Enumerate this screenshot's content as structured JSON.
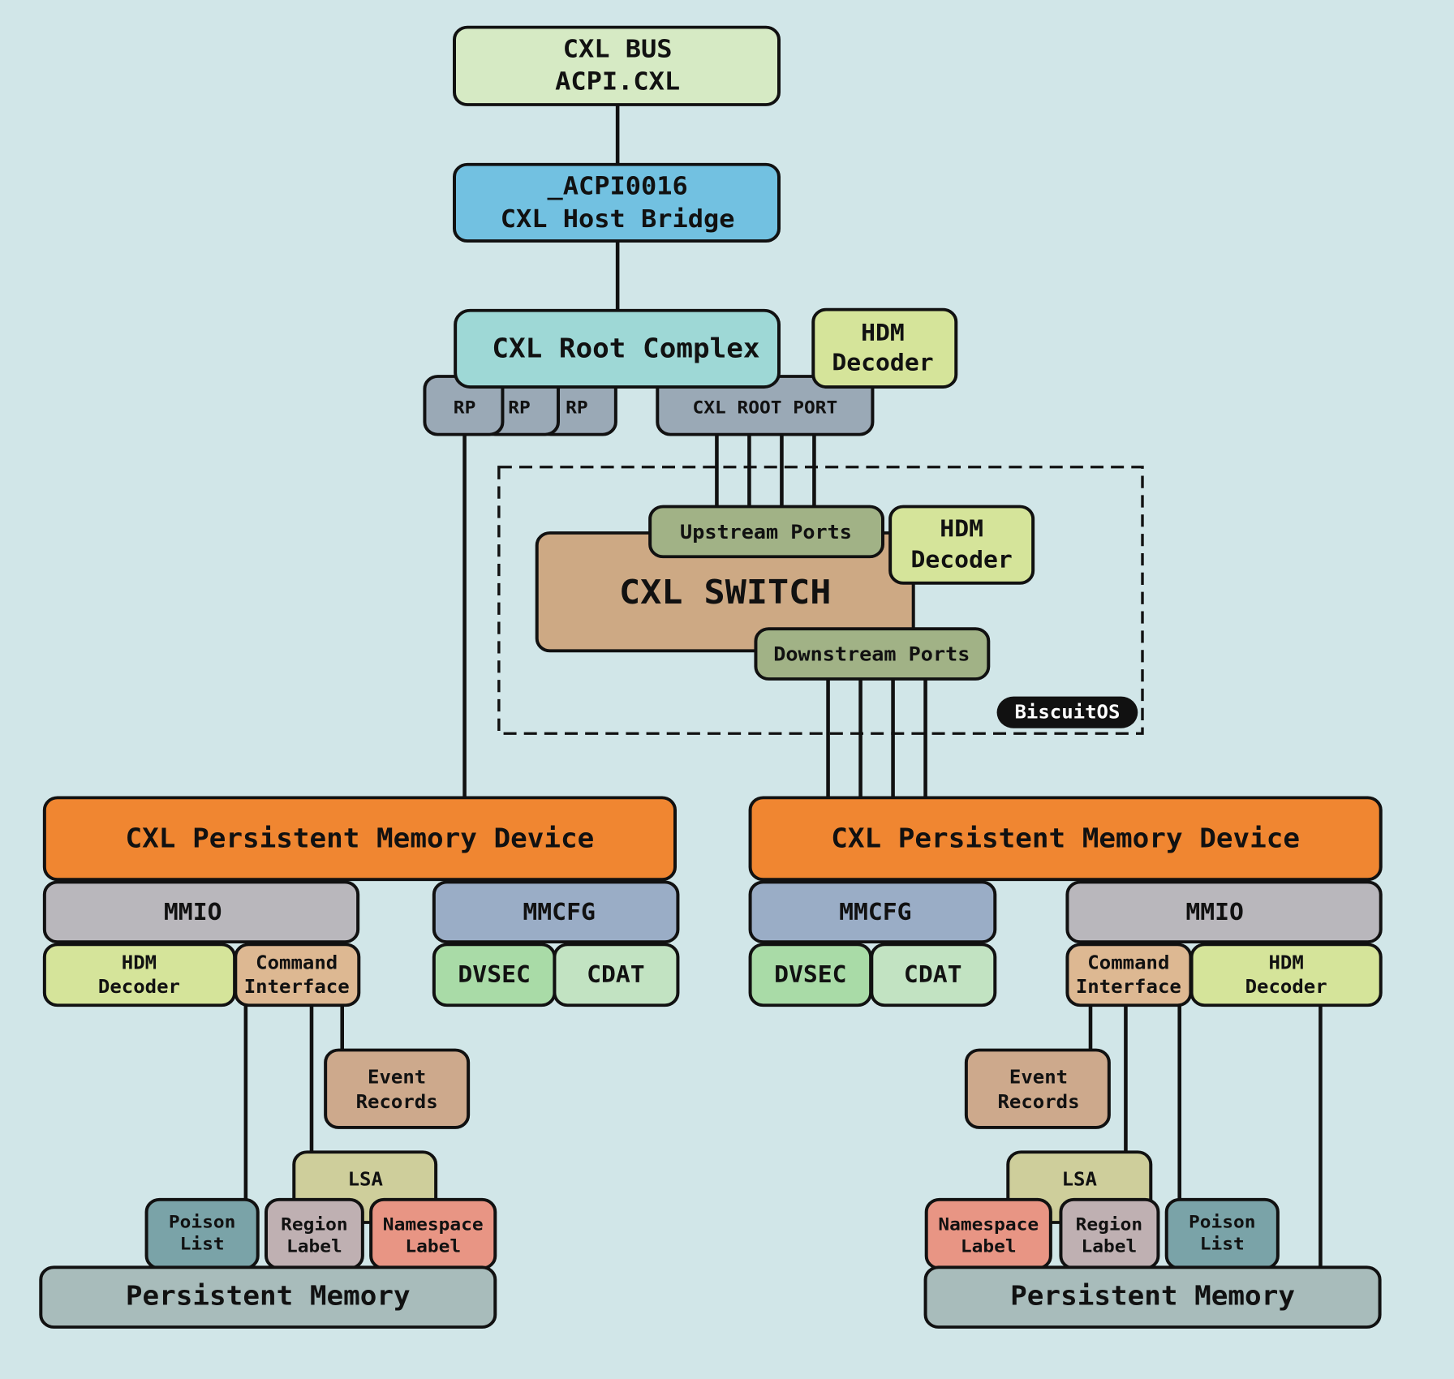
{
  "title": "CXL Persistent Memory Topology",
  "colors": {
    "background": "#d1e6e8",
    "bus": "#d6eac4",
    "host_bridge": "#72c1e1",
    "root_complex": "#9ed8d6",
    "hdm_decoder": "#d5e49a",
    "port_gray": "#9aa9b6",
    "switch": "#cda984",
    "switch_port": "#a1b286",
    "device": "#f08631",
    "mmio": "#b9b7bc",
    "mmcfg": "#9aadc6",
    "dvsec": "#a9dba7",
    "cdat": "#c2e3c2",
    "command_interface": "#ddb892",
    "event_records": "#cda98c",
    "lsa": "#cece9b",
    "poison_list": "#7aa3a8",
    "region_label": "#bfb0b2",
    "namespace_label": "#e89584",
    "persistent_memory": "#a8bcbb",
    "watermark": "#111111"
  },
  "bus": {
    "line1": "CXL BUS",
    "line2": "ACPI.CXL"
  },
  "host_bridge": {
    "line1": "_ACPI0016",
    "line2": "CXL Host Bridge"
  },
  "root_complex": {
    "label": "CXL Root Complex",
    "hdm_line1": "HDM",
    "hdm_line2": "Decoder"
  },
  "root_ports": [
    "RP",
    "RP",
    "RP"
  ],
  "cxl_root_port": "CXL ROOT PORT",
  "switch": {
    "label": "CXL SWITCH",
    "upstream": "Upstream Ports",
    "downstream": "Downstream Ports",
    "hdm_line1": "HDM",
    "hdm_line2": "Decoder"
  },
  "watermark": "BiscuitOS",
  "left_device": {
    "title": "CXL Persistent Memory Device",
    "mmio": "MMIO",
    "mmcfg": "MMCFG",
    "hdm_line1": "HDM",
    "hdm_line2": "Decoder",
    "cmd_line1": "Command",
    "cmd_line2": "Interface",
    "dvsec": "DVSEC",
    "cdat": "CDAT",
    "event_line1": "Event",
    "event_line2": "Records",
    "lsa": "LSA",
    "poison_line1": "Poison",
    "poison_line2": "List",
    "region_line1": "Region",
    "region_line2": "Label",
    "ns_line1": "Namespace",
    "ns_line2": "Label",
    "pmem": "Persistent Memory"
  },
  "right_device": {
    "title": "CXL Persistent Memory Device",
    "mmio": "MMIO",
    "mmcfg": "MMCFG",
    "hdm_line1": "HDM",
    "hdm_line2": "Decoder",
    "cmd_line1": "Command",
    "cmd_line2": "Interface",
    "dvsec": "DVSEC",
    "cdat": "CDAT",
    "event_line1": "Event",
    "event_line2": "Records",
    "lsa": "LSA",
    "poison_line1": "Poison",
    "poison_line2": "List",
    "region_line1": "Region",
    "region_line2": "Label",
    "ns_line1": "Namespace",
    "ns_line2": "Label",
    "pmem": "Persistent Memory"
  }
}
